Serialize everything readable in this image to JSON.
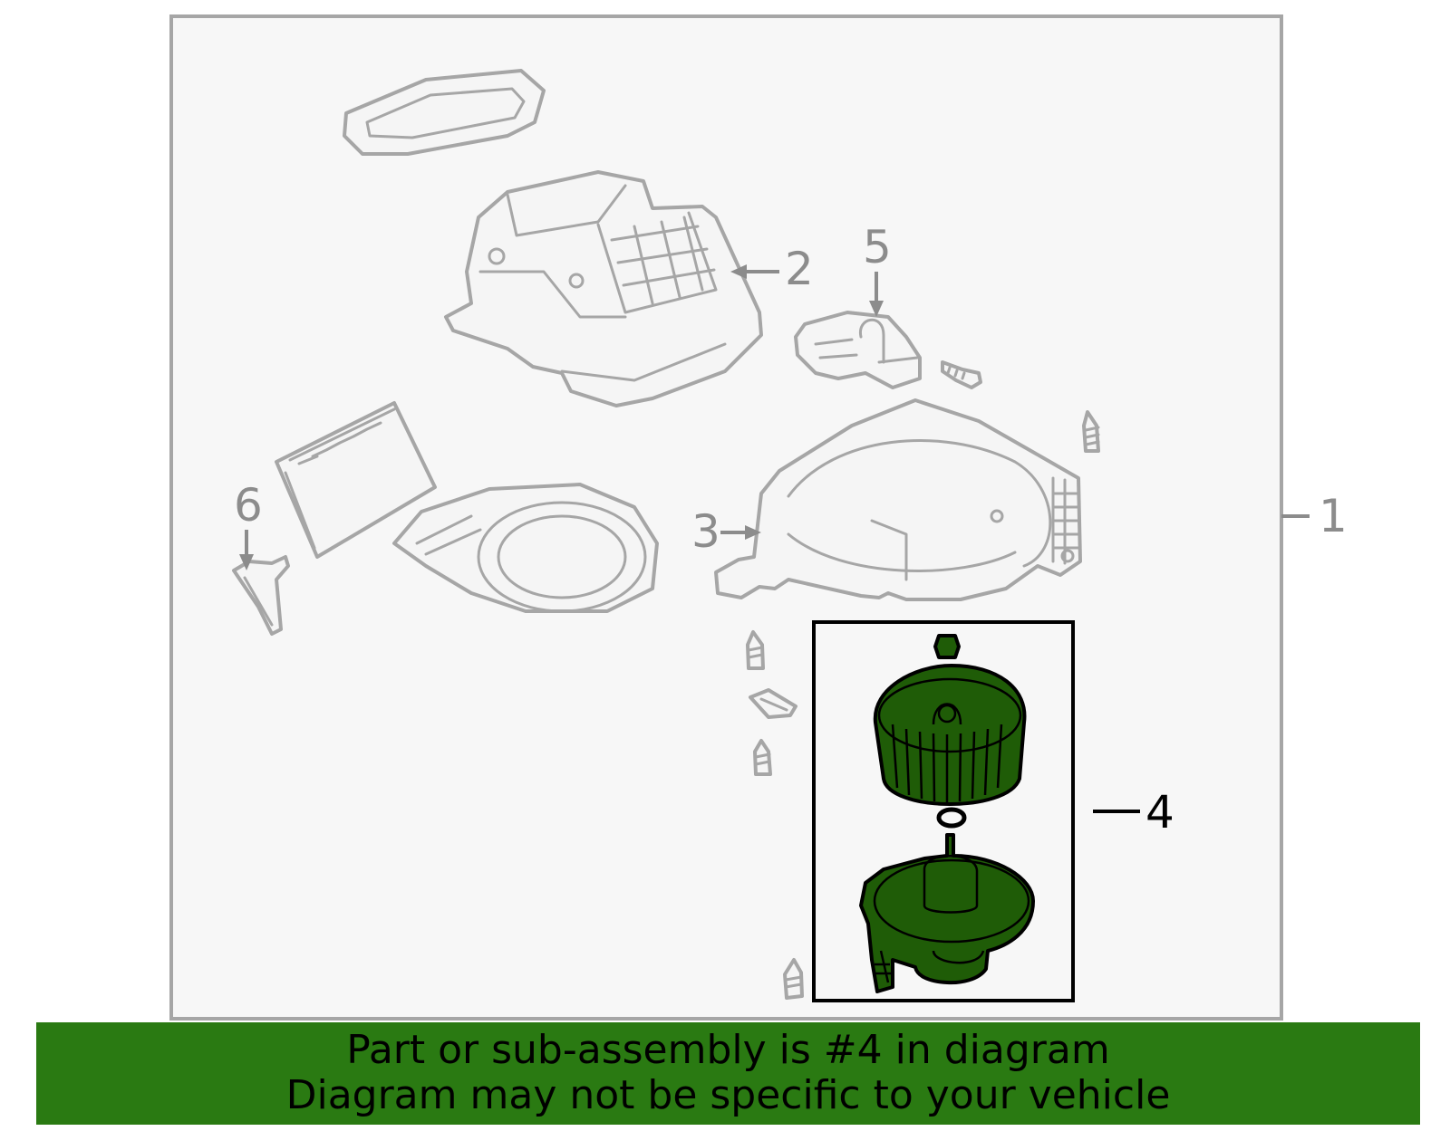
{
  "diagram": {
    "callouts": [
      "1",
      "2",
      "3",
      "4",
      "5",
      "6"
    ],
    "highlighted_part": "4",
    "colors": {
      "frame_background": "#f7f7f7",
      "part_outline": "#a6a6a6",
      "highlight_fill": "#1f5c07",
      "banner": "#2a7a12"
    }
  },
  "banner": {
    "line1": "Part or sub-assembly is #4 in diagram",
    "line2": "Diagram may not be specific to your vehicle"
  }
}
